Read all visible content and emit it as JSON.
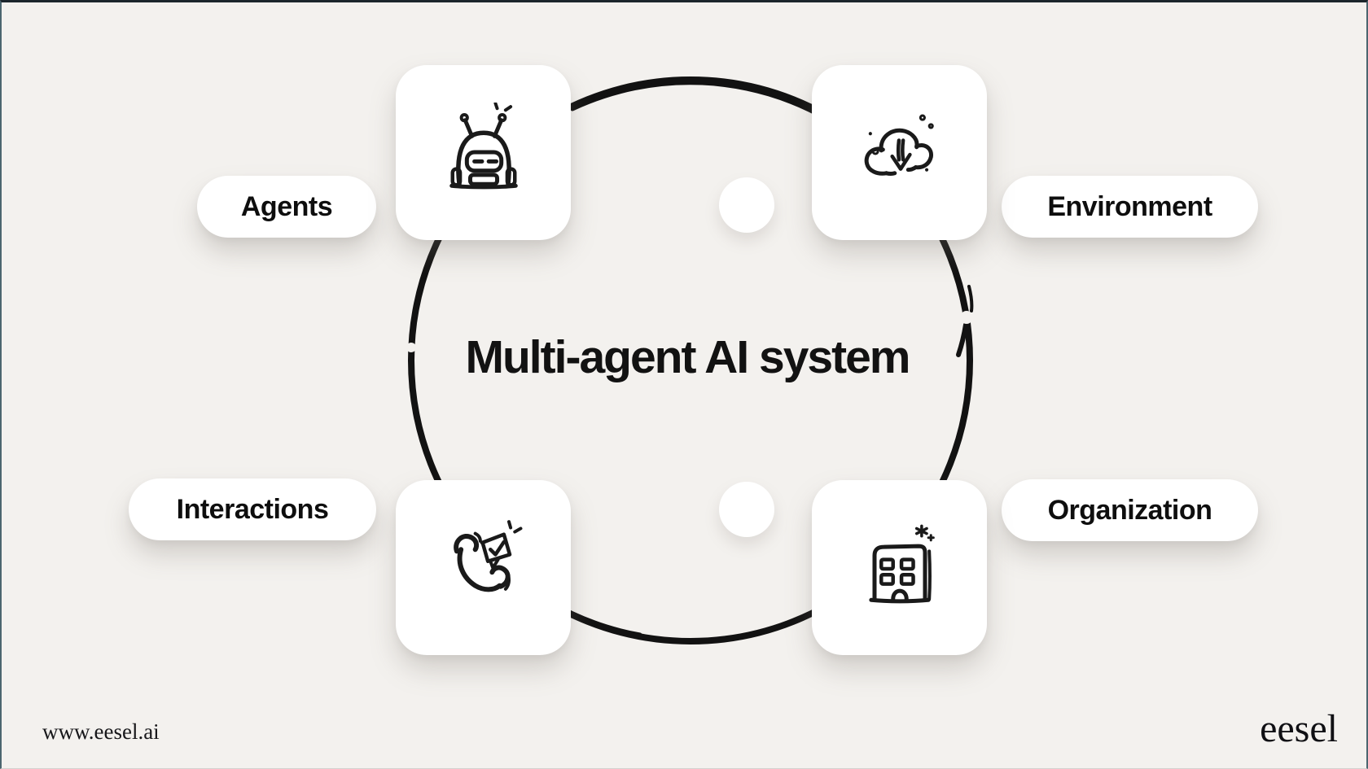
{
  "page": {
    "background_color": "#f3f1ee",
    "ink_color": "#161616",
    "card_color": "#ffffff",
    "edge_top_color": "#1c262c",
    "edge_side_color": "#4b666f"
  },
  "diagram": {
    "title": "Multi-agent AI system",
    "shape": "hand-drawn-circle",
    "nodes": [
      {
        "id": "agents",
        "label": "Agents",
        "icon": "robot-icon",
        "position": "top-left"
      },
      {
        "id": "environment",
        "label": "Environment",
        "icon": "cloud-download-icon",
        "position": "top-right"
      },
      {
        "id": "interactions",
        "label": "Interactions",
        "icon": "phone-message-icon",
        "position": "bottom-left"
      },
      {
        "id": "organization",
        "label": "Organization",
        "icon": "building-icon",
        "position": "bottom-right"
      }
    ]
  },
  "footer": {
    "website_url": "www.eesel.ai",
    "brand_logo_text": "eesel"
  }
}
